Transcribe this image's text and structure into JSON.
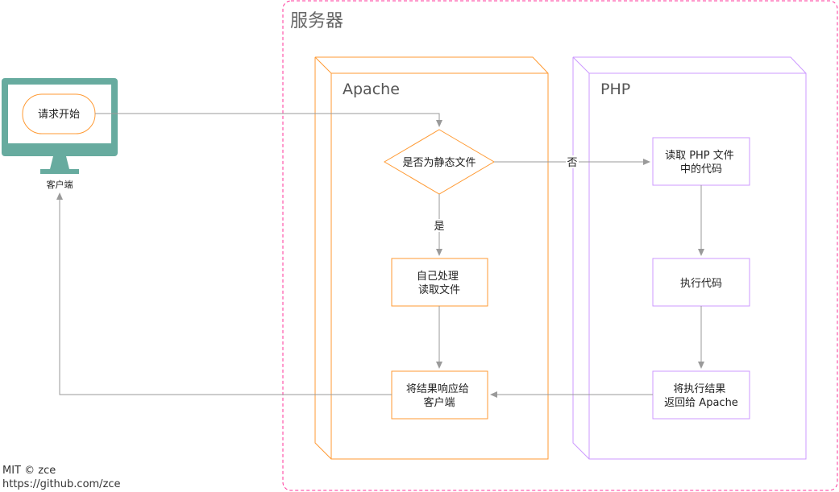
{
  "diagram": {
    "server_title": "服务器",
    "apache_label": "Apache",
    "php_label": "PHP",
    "client_label": "客户端",
    "request_start": "请求开始",
    "decision": "是否为静态文件",
    "yes_label": "是",
    "no_label": "否",
    "self_process": [
      "自己处理",
      "读取文件"
    ],
    "respond_client": [
      "将结果响应给",
      "客户端"
    ],
    "php_read": [
      "读取 PHP 文件",
      "中的代码"
    ],
    "php_exec": "执行代码",
    "php_return": [
      "将执行结果",
      "返回给 Apache"
    ]
  },
  "footer": {
    "license": "MIT © zce",
    "url": "https://github.com/zce"
  },
  "colors": {
    "server_border": "#ff3399",
    "apache": "#ff9a33",
    "php": "#cc99ff",
    "monitor": "#67ab9f",
    "arrow": "#9a9a9a"
  }
}
